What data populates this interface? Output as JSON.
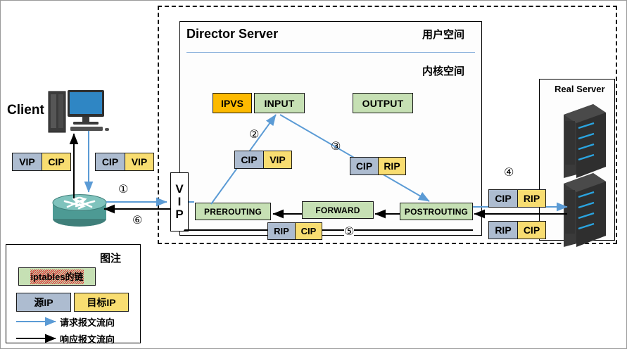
{
  "diagram": {
    "title_director": "Director Server",
    "label_user_space": "用户空间",
    "label_kernel_space": "内核空间",
    "title_client": "Client",
    "title_real_server": "Real Server",
    "colors": {
      "chain_green": "#c6e0b4",
      "ipvs_orange": "#fdba00",
      "src_ip_blue_grey": "#adbcd0",
      "dst_ip_yellow": "#f8dd71",
      "request_arrow": "#5b9bd5",
      "response_arrow": "#000000",
      "hairline": "#8fb4dd"
    }
  },
  "chains": {
    "ipvs": "IPVS",
    "input": "INPUT",
    "output": "OUTPUT",
    "prerouting": "PREROUTING",
    "forward": "FORWARD",
    "postrouting": "POSTROUTING"
  },
  "vip_interface": {
    "line1": "V",
    "line2": "I",
    "line3": "P"
  },
  "packets": [
    {
      "id": "client-response",
      "src": "VIP",
      "dst": "CIP"
    },
    {
      "id": "client-request",
      "src": "CIP",
      "dst": "VIP"
    },
    {
      "id": "prerouting-to-input",
      "src": "CIP",
      "dst": "VIP"
    },
    {
      "id": "input-to-postrouting",
      "src": "CIP",
      "dst": "RIP"
    },
    {
      "id": "to-real-server",
      "src": "CIP",
      "dst": "RIP"
    },
    {
      "id": "from-real-server",
      "src": "RIP",
      "dst": "CIP"
    },
    {
      "id": "postrouting-to-prerouting",
      "src": "RIP",
      "dst": "CIP"
    }
  ],
  "steps": [
    {
      "id": "step-1",
      "label": "①"
    },
    {
      "id": "step-2",
      "label": "②"
    },
    {
      "id": "step-3",
      "label": "③"
    },
    {
      "id": "step-4",
      "label": "④"
    },
    {
      "id": "step-5",
      "label": "⑤"
    },
    {
      "id": "step-6",
      "label": "⑥"
    }
  ],
  "legend": {
    "title": "图注",
    "chain_item": "iptables的链",
    "src_ip_item": "源IP",
    "dst_ip_item": "目标IP",
    "request_flow": "请求报文流向",
    "response_flow": "响应报文流向"
  }
}
